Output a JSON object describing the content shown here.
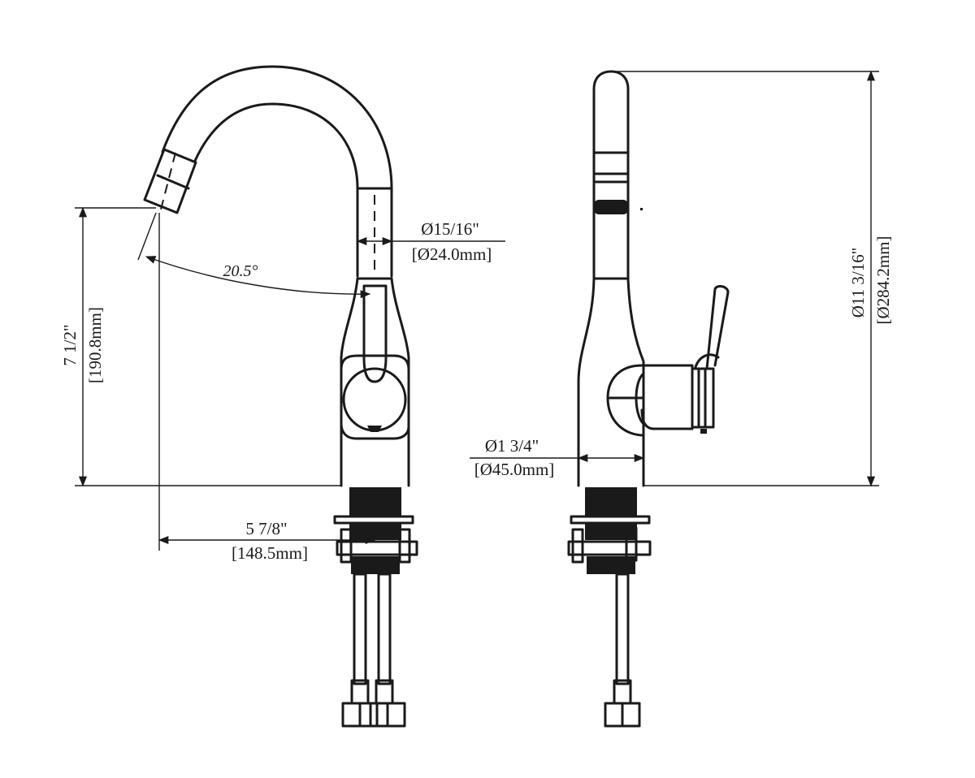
{
  "drawing": {
    "front_view": {
      "spout_diameter": {
        "imperial": "Ø15/16\"",
        "metric": "[Ø24.0mm]"
      },
      "spout_angle": "20.5°",
      "outlet_height": {
        "imperial": "7 1/2\"",
        "metric": "[190.8mm]"
      },
      "spout_reach": {
        "imperial": "5 7/8\"",
        "metric": "[148.5mm]"
      }
    },
    "side_view": {
      "body_diameter": {
        "imperial": "Ø1 3/4\"",
        "metric": "[Ø45.0mm]"
      },
      "overall_height": {
        "imperial": "Ø11 3/16\"",
        "metric": "[Ø284.2mm]"
      }
    }
  }
}
